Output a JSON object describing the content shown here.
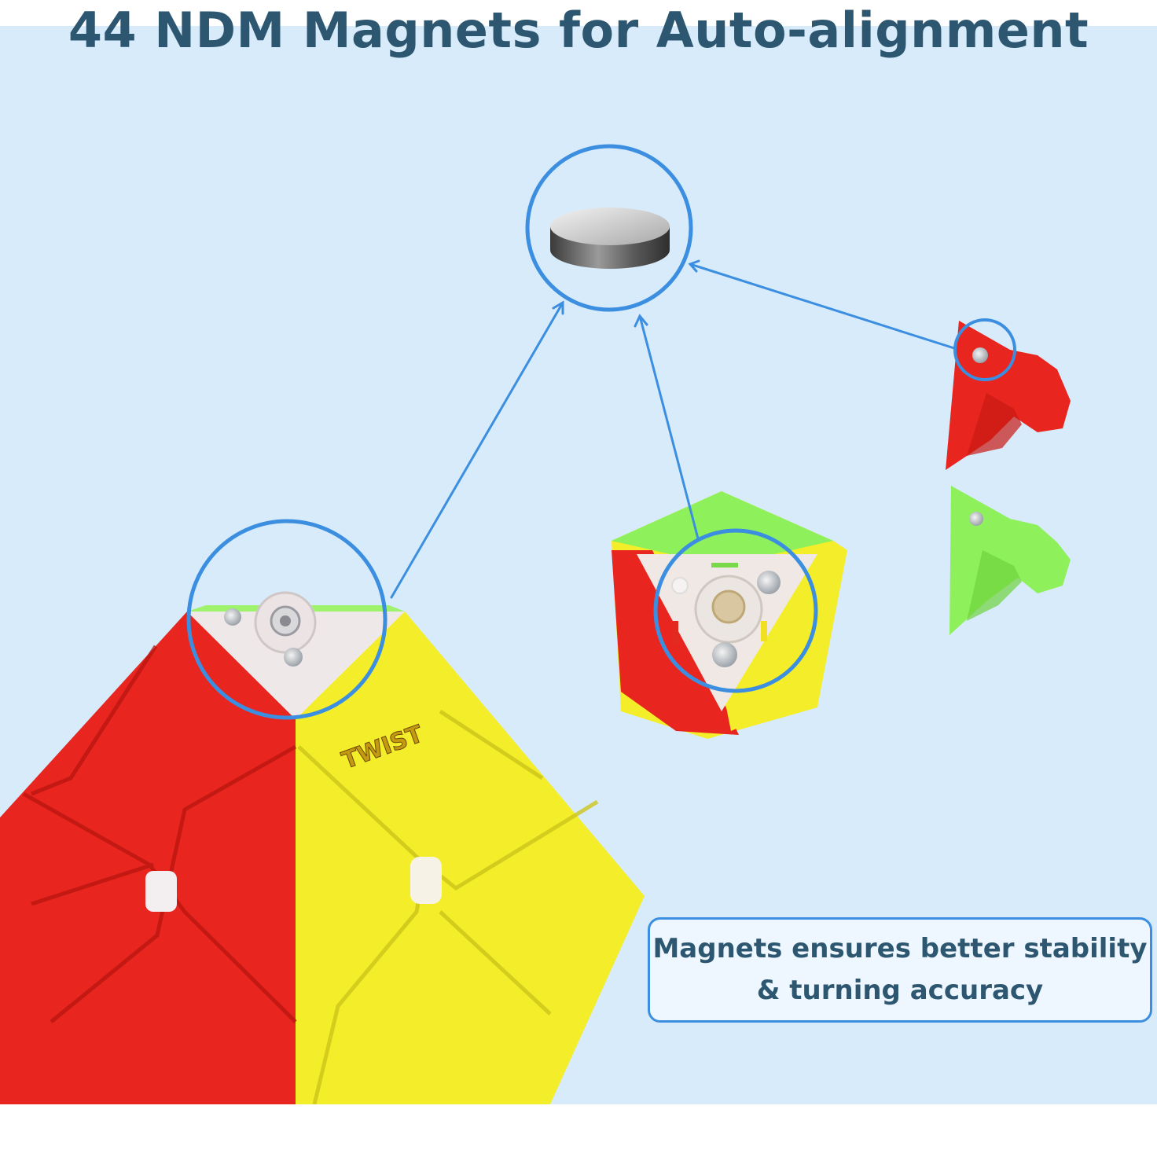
{
  "header": {
    "title": "44 NDM Magnets for Auto-alignment"
  },
  "callout": {
    "line1": "Magnets ensures better stability",
    "line2": "& turning accuracy"
  },
  "logo": {
    "text": "TWIST"
  },
  "colors": {
    "background": "#d7ebfb",
    "title": "#2d5670",
    "accent": "#3b8ee0",
    "red": "#e8251f",
    "yellow": "#f4ee2a",
    "green": "#8ef05a"
  }
}
